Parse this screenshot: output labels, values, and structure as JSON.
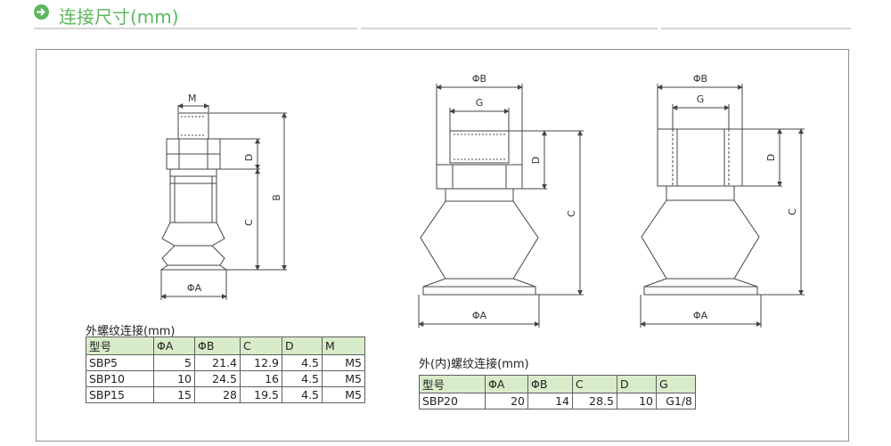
{
  "header": {
    "title": "连接尺寸(mm)",
    "icon": "arrow-circle-icon",
    "accent": "#5cb85c"
  },
  "drawings": {
    "sbp_ext_labels": {
      "m": "M",
      "d": "D",
      "b": "B",
      "c": "C",
      "a": "ΦA"
    },
    "sbp20_a_labels": {
      "b": "ΦB",
      "g": "G",
      "d": "D",
      "c": "C",
      "a": "ΦA"
    },
    "sbp20_b_labels": {
      "b": "ΦB",
      "g": "G",
      "d": "D",
      "c": "C",
      "a": "ΦA"
    }
  },
  "table_external": {
    "title": "外螺纹连接(mm)",
    "headers": [
      "型号",
      "ΦA",
      "ΦB",
      "C",
      "D",
      "M"
    ],
    "rows": [
      [
        "SBP5",
        "5",
        "21.4",
        "12.9",
        "4.5",
        "M5"
      ],
      [
        "SBP10",
        "10",
        "24.5",
        "16",
        "4.5",
        "M5"
      ],
      [
        "SBP15",
        "15",
        "28",
        "19.5",
        "4.5",
        "M5"
      ]
    ]
  },
  "table_internal": {
    "title": "外(内)螺纹连接(mm)",
    "headers": [
      "型号",
      "ΦA",
      "ΦB",
      "C",
      "D",
      "G"
    ],
    "rows": [
      [
        "SBP20",
        "20",
        "14",
        "28.5",
        "10",
        "G1/8"
      ]
    ]
  }
}
